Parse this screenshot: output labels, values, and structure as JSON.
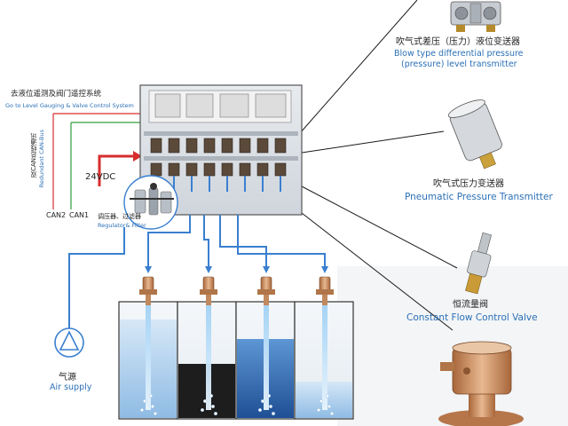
{
  "labels": {
    "control_cn": "去液位遥测及阀门遥控系统",
    "control_en": "Go to Level Gauging & Valve Control System",
    "redundant_cn": "双CAN总线通讯",
    "redundant_en": "Redundant CAN-Bus",
    "can2": "CAN2",
    "can1": "CAN1",
    "power": "24VDC",
    "regulator_cn": "调压器、过滤器",
    "regulator_en": "Regulator& Filter",
    "air_cn": "气源",
    "air_en": "Air supply",
    "dp_cn": "吹气式差压（压力）液位变送器",
    "dp_en1": "Blow type differential pressure",
    "dp_en2": "(pressure) level transmitter",
    "pt_cn": "吹气式压力变送器",
    "pt_en": "Pneumatic Pressure Transmitter",
    "cf_cn": "恒流量阀",
    "cf_en": "Constant Flow Control Valve"
  },
  "colors": {
    "accent_blue": "#2b6fb5",
    "wire_red": "#d62d2d",
    "wire_green": "#2e9e3e",
    "pipe_blue": "#3a7fd0",
    "liquid_light": "#bcd8f0",
    "liquid_mid": "#4d86c9",
    "liquid_dark": "#1d1d1d"
  },
  "icons": [
    "air-supply-icon",
    "regulator-filter-icon",
    "dp-transmitter-icon",
    "pressure-transmitter-icon",
    "constant-flow-valve-icon",
    "flow-valve-closeup-icon",
    "power-arrow-icon"
  ]
}
